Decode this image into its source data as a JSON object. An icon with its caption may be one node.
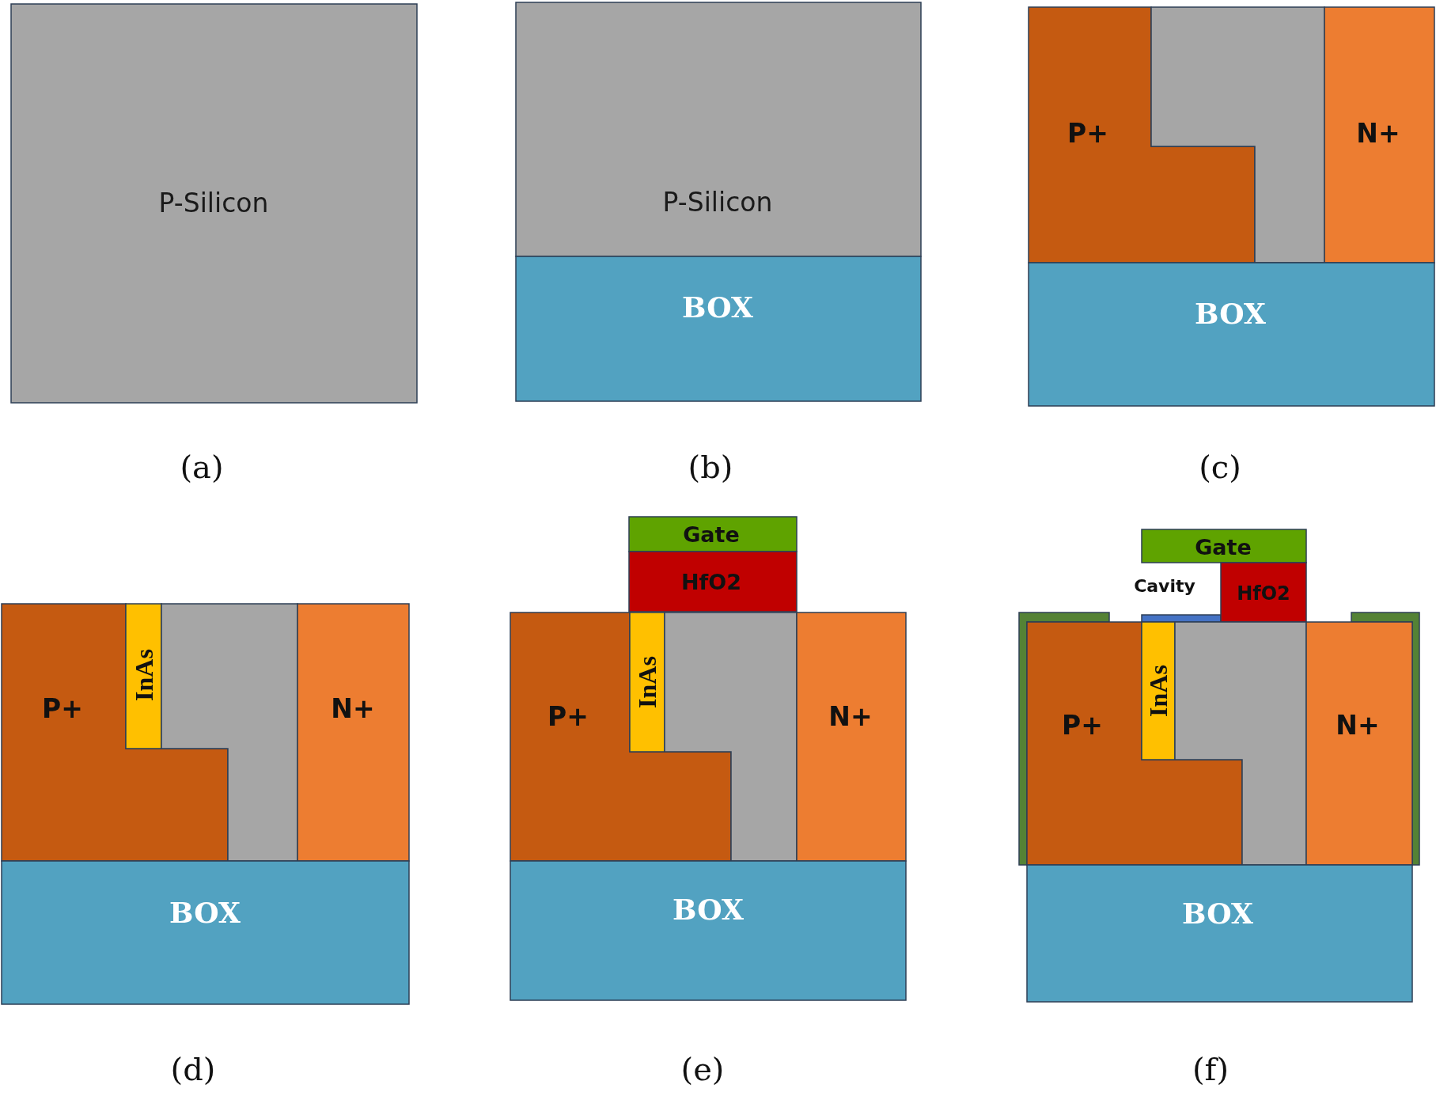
{
  "diagram": {
    "nodes": [
      {
        "text": [
          "P-Silicon"
        ]
      },
      {
        "text": [
          "P-Silicon"
        ]
      },
      {
        "text": [
          "BOX"
        ]
      },
      {
        "text": [
          "P+"
        ]
      },
      {
        "text": [],
        "shape": "box"
      },
      {
        "text": [
          "N+"
        ]
      },
      {
        "text": [
          "BOX"
        ]
      },
      {
        "text": [
          "P+"
        ]
      },
      {
        "text": [
          "InAs"
        ]
      },
      {
        "text": [],
        "shape": "box"
      },
      {
        "text": [
          "N+"
        ]
      },
      {
        "text": [
          "BOX"
        ]
      },
      {
        "text": [
          "Gate"
        ]
      },
      {
        "text": [
          "HfO2"
        ]
      },
      {
        "text": [
          "P+"
        ]
      },
      {
        "text": [
          "InAs"
        ]
      },
      {
        "text": [],
        "shape": "box"
      },
      {
        "text": [
          "N+"
        ]
      },
      {
        "text": [
          "BOX"
        ]
      },
      {
        "text": [
          "Gate"
        ]
      },
      {
        "text": [
          "HfO2"
        ]
      },
      {
        "text": [
          "P+"
        ]
      },
      {
        "text": [
          "InAs"
        ]
      },
      {
        "text": [],
        "shape": "box"
      },
      {
        "text": [
          "N+"
        ]
      },
      {
        "text": [
          "BOX"
        ]
      },
      {
        "text": [],
        "shape": "box"
      },
      {
        "text": [],
        "shape": "box"
      },
      {
        "text": [],
        "shape": "box"
      }
    ],
    "labels": [
      "(a)",
      "(b)",
      "(c)",
      "Cavity",
      "(d)",
      "(e)",
      "(f)"
    ]
  }
}
